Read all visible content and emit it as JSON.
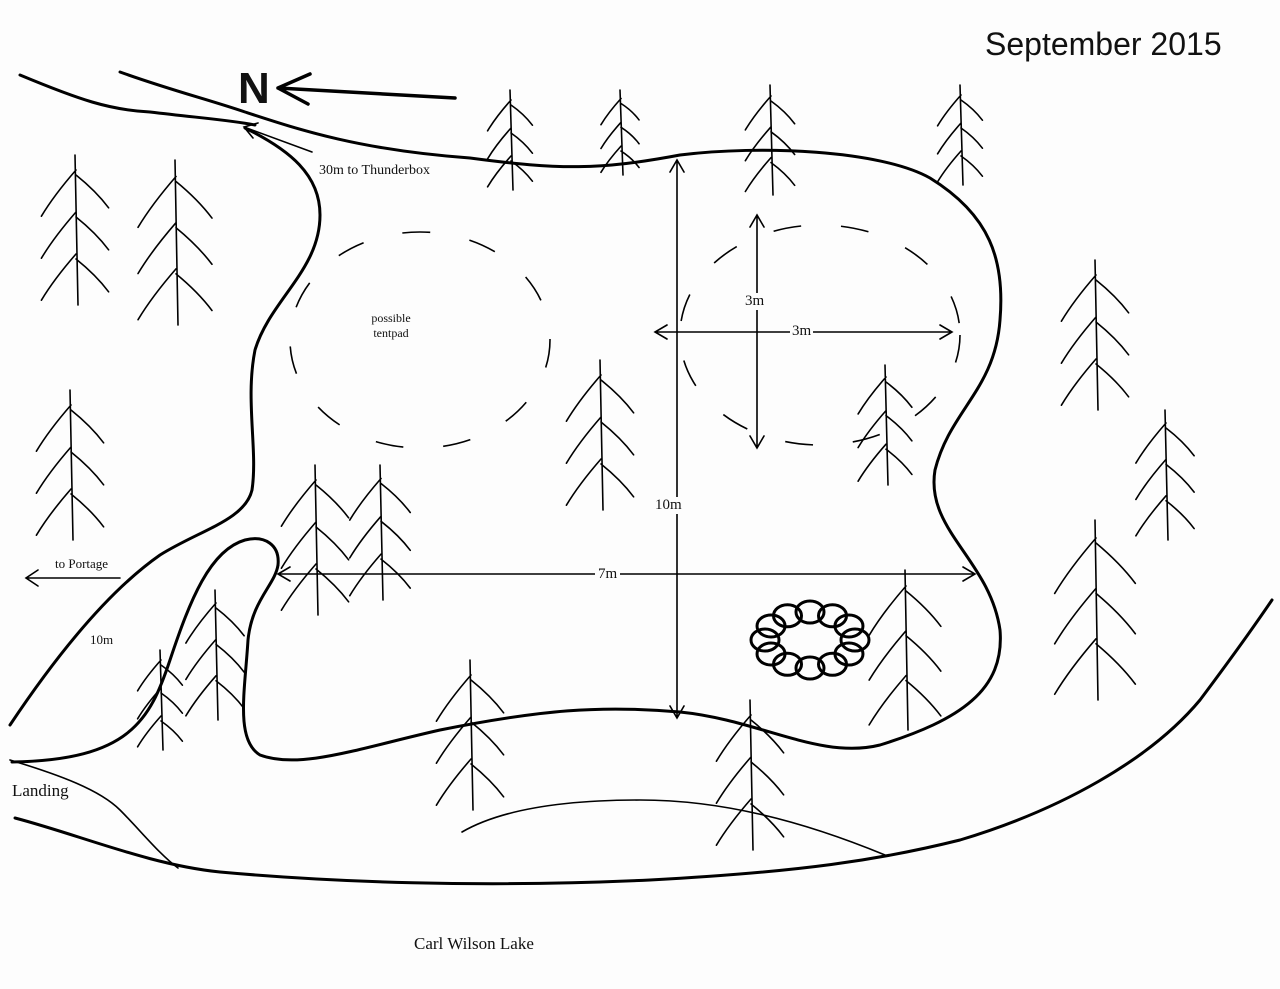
{
  "title": "September 2015",
  "north_label": "N",
  "labels": {
    "thunderbox": "30m to Thunderbox",
    "tentpad": "possible tentpad",
    "tent_width": "3m",
    "tent_depth": "3m",
    "site_depth": "10m",
    "site_width": "7m",
    "portage": "to Portage",
    "trail_length": "10m",
    "landing": "Landing",
    "lake": "Carl Wilson Lake"
  },
  "colors": {
    "ink": "#000000",
    "paper": "#fdfdfd"
  }
}
